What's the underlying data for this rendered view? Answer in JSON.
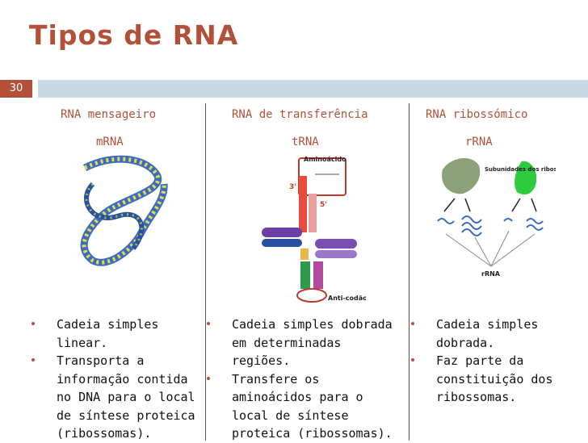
{
  "slide": {
    "title": "Tipos de RNA",
    "number": "30"
  },
  "columns": [
    {
      "title": "RNA mensageiro",
      "abbr": "mRNA",
      "bullets": [
        "Cadeia simples linear.",
        "Transporta a informação contida no DNA para o local de síntese proteica (ribossomas)."
      ]
    },
    {
      "title": "RNA de transferência",
      "abbr": "tRNA",
      "figure_labels": {
        "aminoacid": "Aminoácido",
        "three_prime": "3'",
        "five_prime": "5'",
        "anticodon": "Anti-codão"
      },
      "bullets": [
        "Cadeia simples dobrada em determinadas regiões.",
        "Transfere os aminoácidos para o local de síntese proteica (ribossomas)."
      ]
    },
    {
      "title": "RNA ribossómico",
      "abbr": "rRNA",
      "figure_labels": {
        "subunits": "Subunidades dos ribossomos",
        "rrna": "rRNA"
      },
      "bullets": [
        "Cadeia simples dobrada.",
        "Faz parte da constituição dos ribossomas."
      ]
    }
  ],
  "colors": {
    "accent": "#b2503a",
    "bar": "#c9d8e2"
  }
}
